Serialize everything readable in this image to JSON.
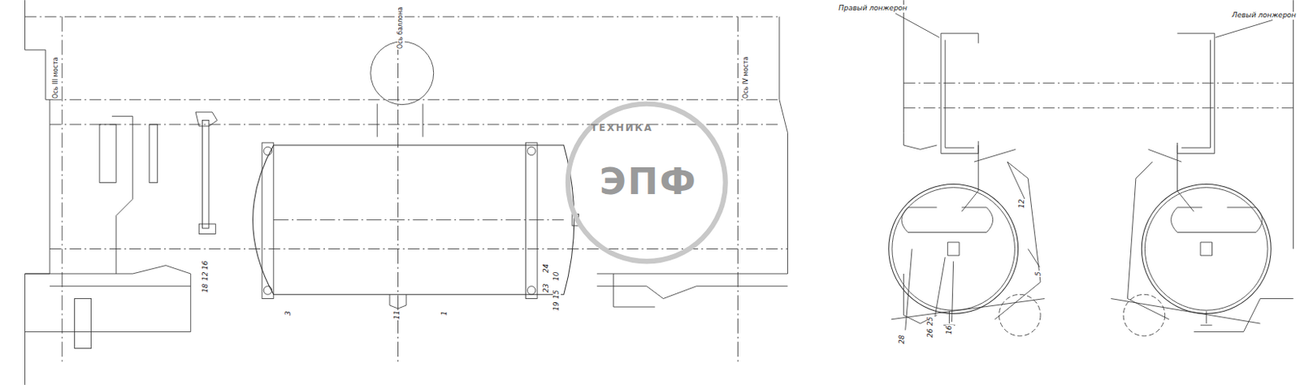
{
  "diagram": {
    "labels": [
      "Ось III моста",
      "Ось баллона",
      "Ось IV моста",
      "ТЕХНИКА",
      "ЭПФ",
      "Правый лонжерон",
      "Левый лонжерон",
      "16",
      "12",
      "18",
      "3",
      "11",
      "1",
      "24",
      "10",
      "23",
      "15",
      "19",
      "12",
      "5",
      "28",
      "25",
      "26",
      "16"
    ]
  }
}
